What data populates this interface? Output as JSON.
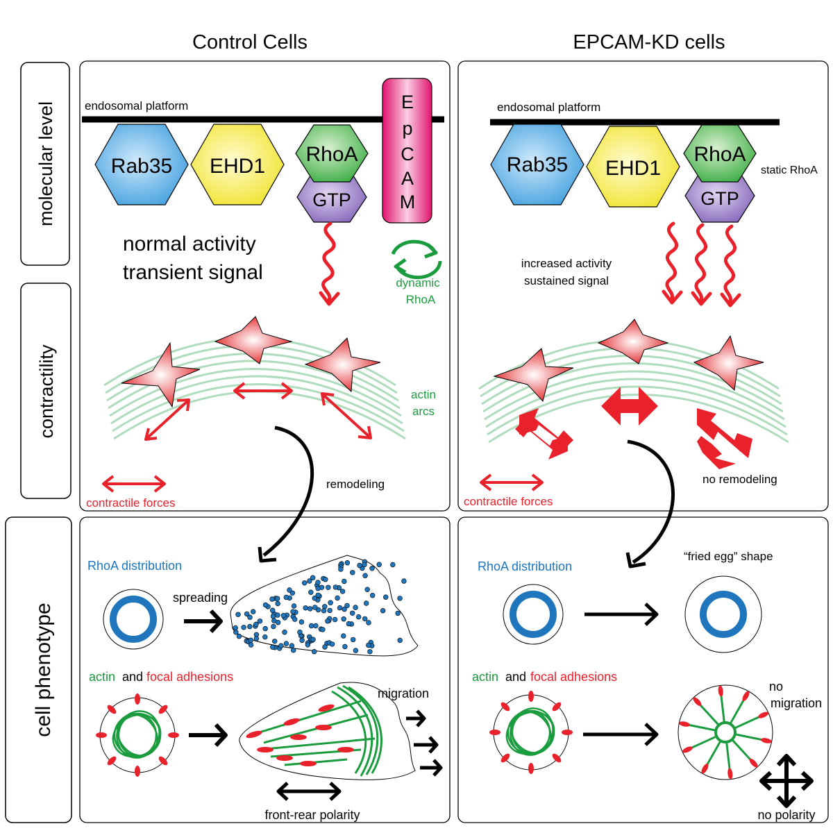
{
  "columns": {
    "control": "Control Cells",
    "kd": "EPCAM-KD cells"
  },
  "rows": {
    "molecular": "molecular level",
    "contractility": "contractility",
    "phenotype": "cell phenotype"
  },
  "molecular": {
    "platform": "endosomal platform",
    "rab35": "Rab35",
    "ehd1": "EHD1",
    "rhoa": "RhoA",
    "gtp": "GTP",
    "epcam": [
      "E",
      "p",
      "C",
      "A",
      "M"
    ],
    "control_activity": [
      "normal activity",
      "transient signal"
    ],
    "dynamic": [
      "dynamic",
      "RhoA"
    ],
    "static_rhoa": "static RhoA",
    "kd_activity": [
      "increased activity",
      "sustained signal"
    ]
  },
  "contractility": {
    "actin_arcs": [
      "actin",
      "arcs"
    ],
    "contractile_forces": "contractile forces",
    "remodeling": "remodeling",
    "no_remodeling": "no remodeling"
  },
  "phenotype": {
    "rhoa_distribution": "RhoA distribution",
    "spreading": "spreading",
    "fried_egg": "“fried egg” shape",
    "actin": "actin",
    "and": "and",
    "focal_adhesions": "focal adhesions",
    "migration": "migration",
    "no_migration": [
      "no",
      "migration"
    ],
    "front_rear": "front-rear polarity",
    "no_polarity": "no polarity"
  },
  "colors": {
    "actin_green": "#1a9c3e",
    "force_red": "#e8212b",
    "rhoa_blue": "#1f76bc",
    "epcam_pink": "#e8237a",
    "rab35_blue": "#4aa6e0",
    "ehd1_yellow": "#f4ea3c",
    "rhoa_green": "#4db848",
    "gtp_purple": "#8c6bbf"
  }
}
